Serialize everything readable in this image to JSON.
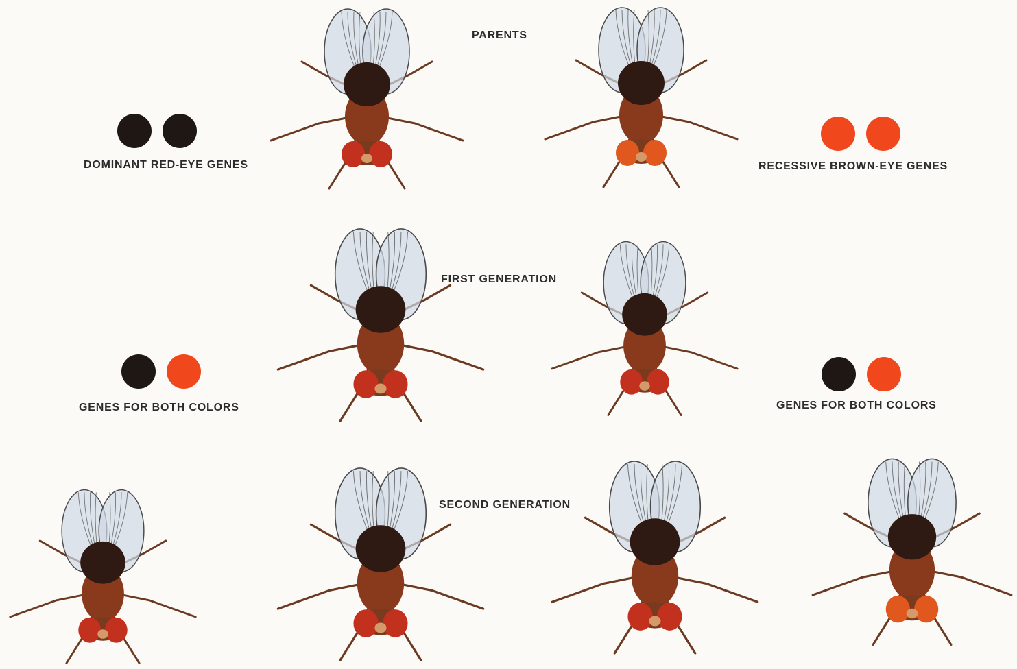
{
  "colors": {
    "dominant_gene": "#1e1714",
    "recessive_gene": "#f0481c",
    "fly_body": "#8a3a1c",
    "fly_thorax": "#2e1a12",
    "red_eye": "#c2301e",
    "brown_eye": "#e0581e",
    "wing": "#cfd8e4"
  },
  "generations": {
    "parents": {
      "label": "PARENTS",
      "flies": [
        {
          "eye": "red"
        },
        {
          "eye": "brown"
        }
      ]
    },
    "first": {
      "label": "FIRST GENERATION",
      "flies": [
        {
          "eye": "red"
        },
        {
          "eye": "red"
        }
      ]
    },
    "second": {
      "label": "SECOND GENERATION",
      "flies": [
        {
          "eye": "red"
        },
        {
          "eye": "red"
        },
        {
          "eye": "red"
        },
        {
          "eye": "brown"
        }
      ]
    }
  },
  "genes": {
    "parent_left": {
      "label": "DOMINANT RED-EYE GENES",
      "alleles": [
        "dominant",
        "dominant"
      ]
    },
    "parent_right": {
      "label": "RECESSIVE BROWN-EYE GENES",
      "alleles": [
        "recessive",
        "recessive"
      ]
    },
    "first_left": {
      "label": "GENES FOR BOTH COLORS",
      "alleles": [
        "dominant",
        "recessive"
      ]
    },
    "first_right": {
      "label": "GENES FOR BOTH COLORS",
      "alleles": [
        "dominant",
        "recessive"
      ]
    }
  }
}
